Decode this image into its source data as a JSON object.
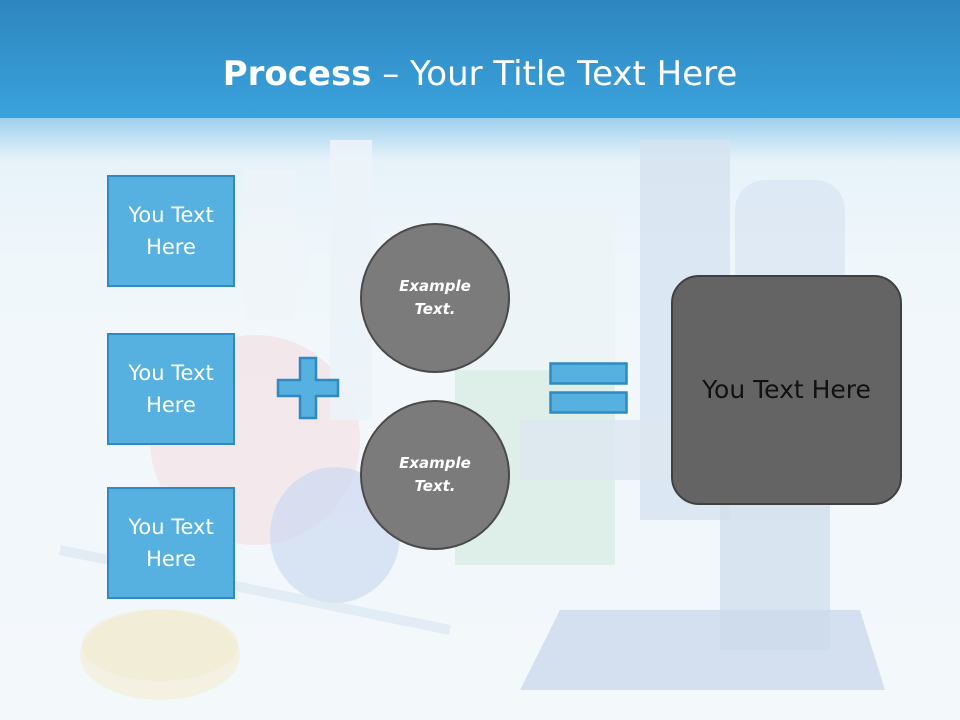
{
  "title": {
    "bold": "Process",
    "rest": "– Your Title Text Here"
  },
  "left_boxes": [
    {
      "label": "You Text Here"
    },
    {
      "label": "You Text Here"
    },
    {
      "label": "You Text Here"
    }
  ],
  "circles": [
    {
      "label": "Example Text."
    },
    {
      "label": "Example Text."
    }
  ],
  "result": {
    "label": "You Text Here"
  },
  "colors": {
    "header_blue": "#3aa2dc",
    "box_fill": "#56b0e0",
    "box_border": "#2f8ac2",
    "circle_fill": "#7b7b7b",
    "result_fill": "#646464"
  },
  "icons": {
    "plus": "plus-icon",
    "equals": "equals-icon"
  }
}
